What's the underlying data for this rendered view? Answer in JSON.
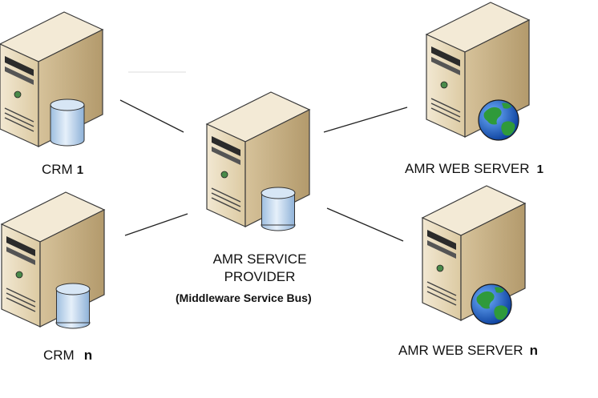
{
  "nodes": {
    "crm_1": {
      "name": "CRM",
      "index": "1",
      "icon": "database-icon"
    },
    "crm_n": {
      "name": "CRM",
      "index": "n",
      "icon": "database-icon"
    },
    "service_provider": {
      "line1": "AMR SERVICE",
      "line2": "PROVIDER",
      "subtitle": "(Middleware Service Bus)",
      "icon": "database-icon"
    },
    "web_1": {
      "name": "AMR WEB SERVER",
      "index": "1",
      "icon": "globe-icon"
    },
    "web_n": {
      "name": "AMR WEB SERVER",
      "index": "n",
      "icon": "globe-icon"
    }
  },
  "edges": [
    {
      "from": "crm_1",
      "to": "service_provider"
    },
    {
      "from": "crm_n",
      "to": "service_provider"
    },
    {
      "from": "service_provider",
      "to": "web_1"
    },
    {
      "from": "service_provider",
      "to": "web_n"
    }
  ],
  "colors": {
    "case_front": "#e9dcc0",
    "case_side": "#cbb58a",
    "case_top": "#f3ead6",
    "outline": "#3a3a3a",
    "db": "#b9d3ea",
    "globe_sea": "#1f63c8",
    "globe_land": "#2f9a3a"
  }
}
